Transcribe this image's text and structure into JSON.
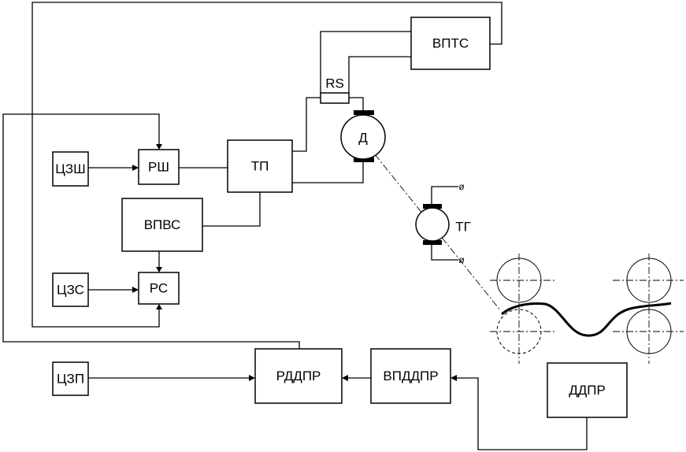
{
  "blocks": {
    "czsh": "ЦЗШ",
    "rsh": "РШ",
    "tp": "ТП",
    "vpvs": "ВПВС",
    "czs": "ЦЗС",
    "rs": "РС",
    "czp": "ЦЗП",
    "rddpr": "РДДПР",
    "vpddpr": "ВПДДПР",
    "ddpr": "ДДПР",
    "vpts": "ВПТС",
    "shunt": "RS",
    "motor": "Д",
    "tachogen": "ТГ"
  },
  "terminal_symbol": "ø"
}
